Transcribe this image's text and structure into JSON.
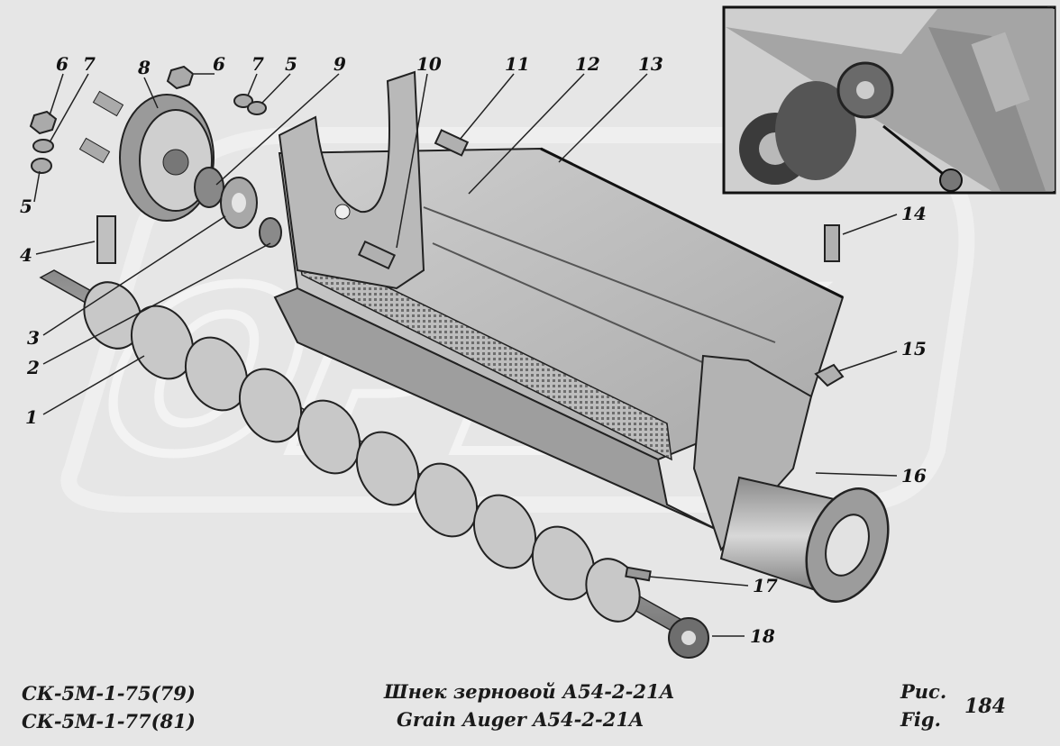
{
  "watermark": "OPEX",
  "corner_mark": "--",
  "callouts": [
    "1",
    "2",
    "3",
    "4",
    "5",
    "5",
    "6",
    "6",
    "7",
    "7",
    "8",
    "9",
    "10",
    "11",
    "12",
    "13",
    "14",
    "15",
    "16",
    "17",
    "18"
  ],
  "caption": {
    "model_line_1": "СК-5М-1-75(79)",
    "model_line_2": "СК-5М-1-77(81)",
    "title_ru": "Шнек зерновой А54-2-21А",
    "title_en": "Grain Auger A54-2-21A",
    "fig_ru": "Рис.",
    "fig_en": "Fig.",
    "fig_number": "184"
  }
}
